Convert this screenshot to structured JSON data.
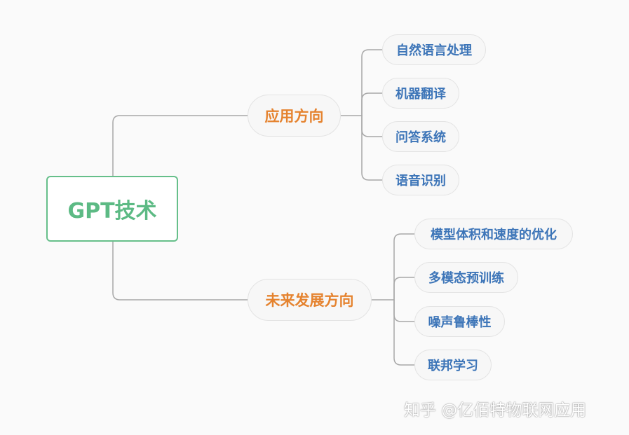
{
  "root": {
    "label": "GPT技术"
  },
  "branches": [
    {
      "label": "应用方向",
      "children": [
        "自然语言处理",
        "机器翻译",
        "问答系统",
        "语音识别"
      ]
    },
    {
      "label": "未来发展方向",
      "children": [
        "模型体积和速度的优化",
        "多模态预训练",
        "噪声鲁棒性",
        "联邦学习"
      ]
    }
  ],
  "watermark": "知乎 @亿佰特物联网应用",
  "colors": {
    "root": "#5cba84",
    "branch": "#e5832f",
    "leaf": "#3d75b8",
    "line": "#a8a8a8"
  }
}
